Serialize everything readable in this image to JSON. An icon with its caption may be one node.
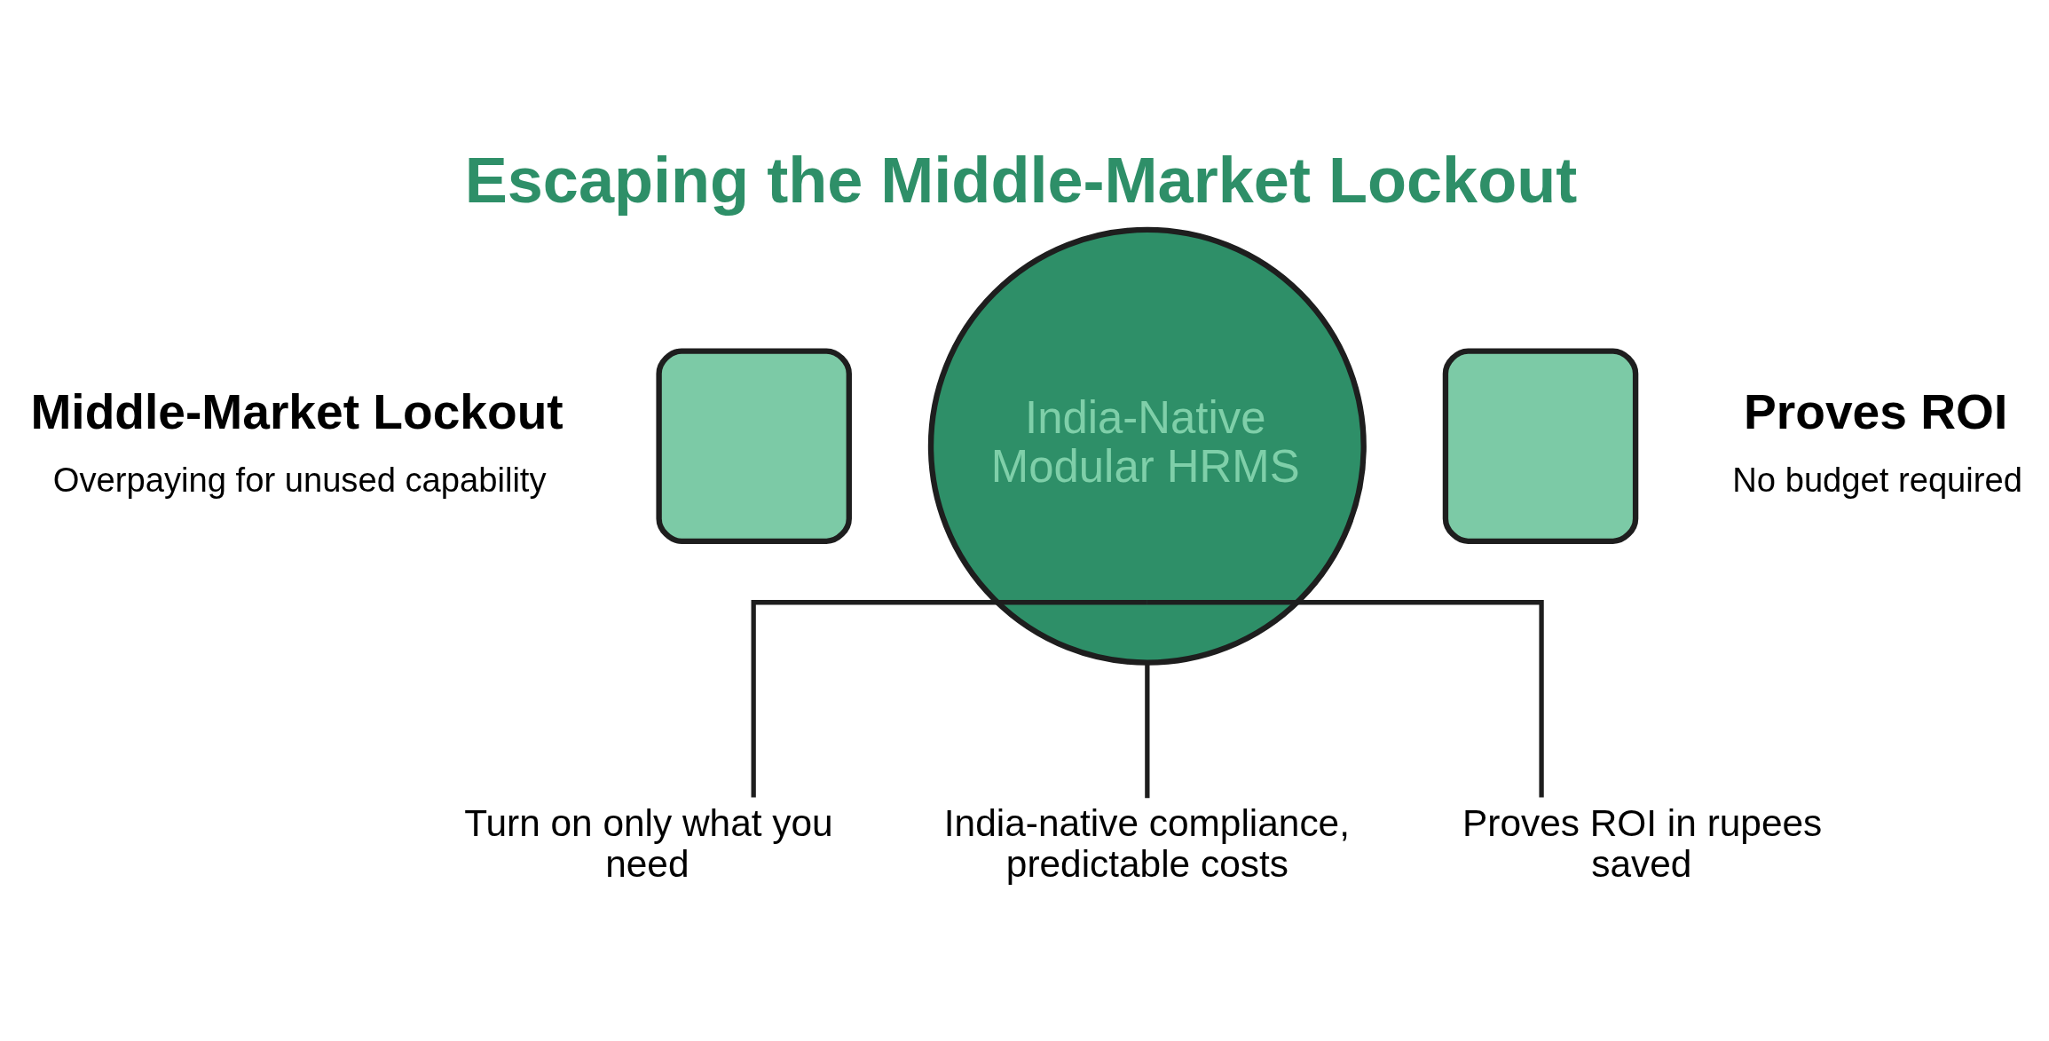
{
  "diagram": {
    "title": "Escaping the Middle-Market Lockout",
    "nodes": [
      {
        "text": [],
        "shape": "box",
        "beside": [
          "Middle-Market Lockout",
          "Overpaying for unused capability"
        ]
      },
      {
        "text": [
          "India-Native Modular HRMS"
        ]
      },
      {
        "text": [],
        "shape": "box",
        "beside": [
          "Proves ROI",
          "No budget required"
        ]
      },
      {
        "text": [
          "Turn on only what you need"
        ]
      },
      {
        "text": [
          "India-native compliance, predictable costs"
        ]
      },
      {
        "text": [
          "Proves ROI in rupees saved"
        ]
      }
    ],
    "edges": [
      {
        "from": 1,
        "to": 3,
        "arrow": "none"
      },
      {
        "from": 1,
        "to": 4,
        "arrow": "none"
      },
      {
        "from": 1,
        "to": 5,
        "arrow": "none"
      }
    ]
  }
}
